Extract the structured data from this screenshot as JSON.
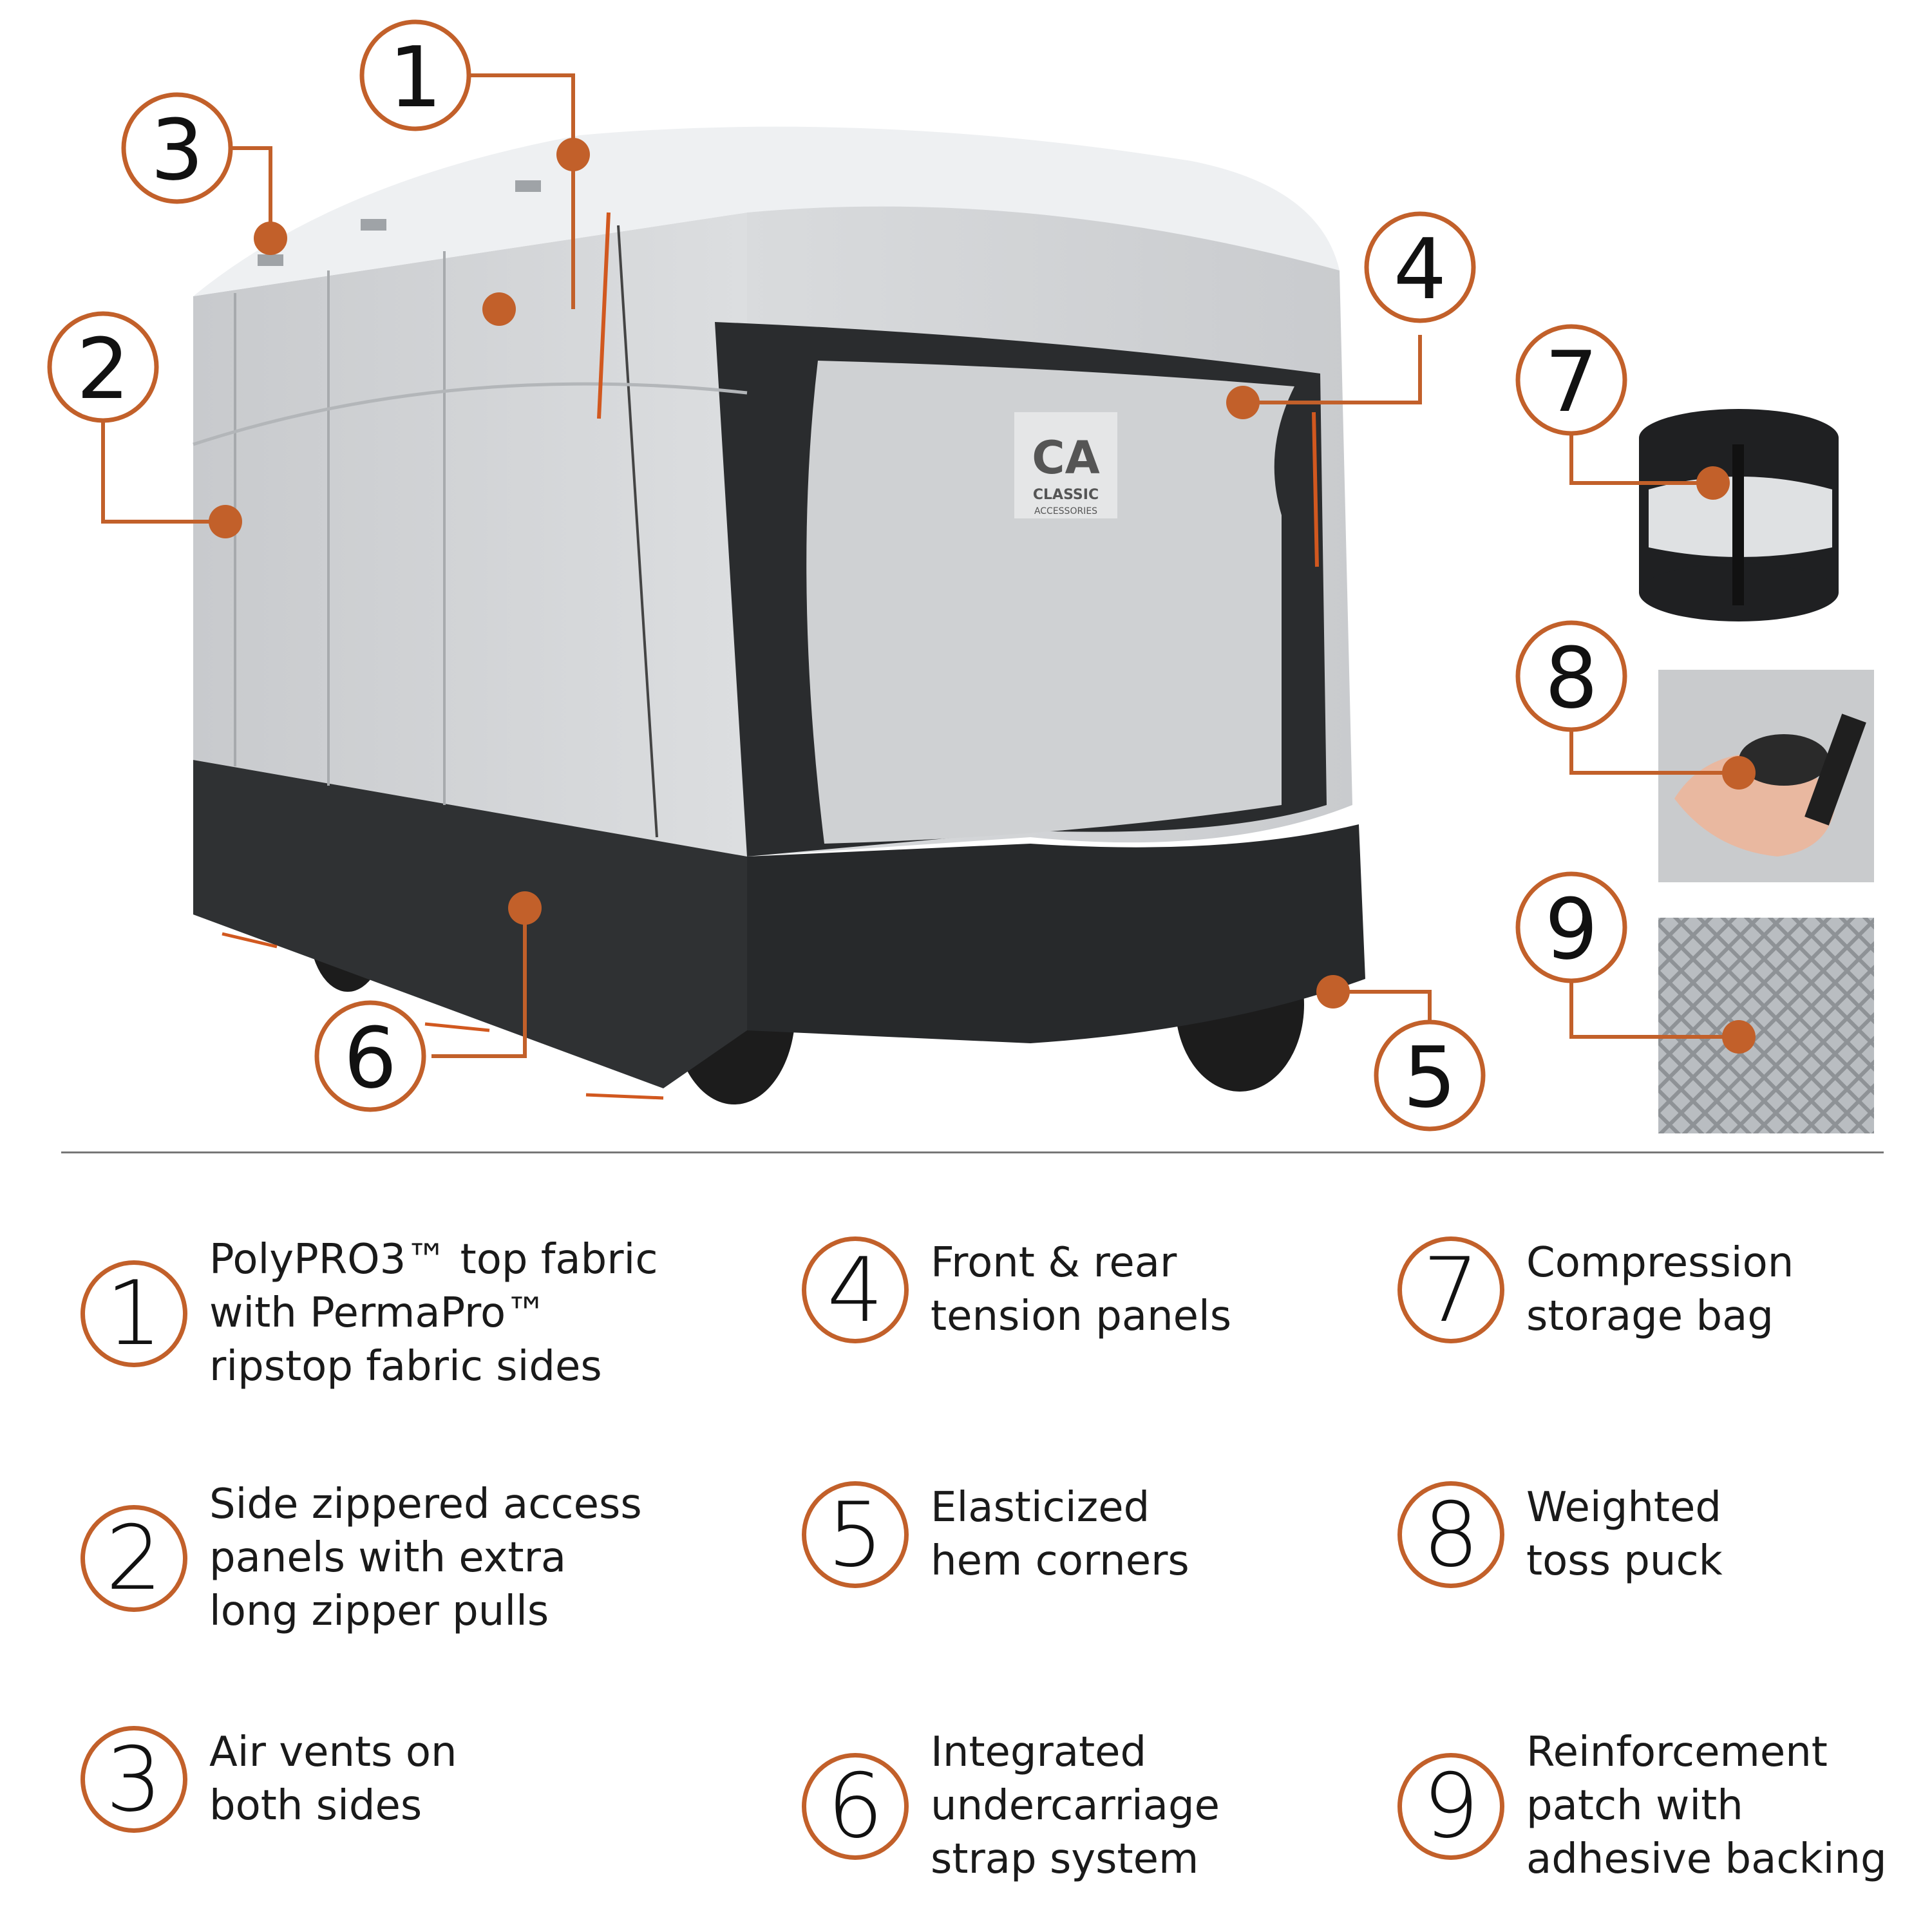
{
  "product": {
    "logo_text": "CLASSIC",
    "logo_subtext": "ACCESSORIES",
    "logo_monogram": "CA"
  },
  "callouts": [
    "1",
    "2",
    "3",
    "4",
    "5",
    "6",
    "7",
    "8",
    "9"
  ],
  "features": [
    {
      "number": "1",
      "lines": [
        "PolyPRO3™ top fabric",
        "with PermaPro™",
        "ripstop fabric sides"
      ]
    },
    {
      "number": "2",
      "lines": [
        "Side zippered access",
        "panels with extra",
        "long zipper pulls"
      ]
    },
    {
      "number": "3",
      "lines": [
        "Air vents on",
        "both sides"
      ]
    },
    {
      "number": "4",
      "lines": [
        "Front & rear",
        "tension panels"
      ]
    },
    {
      "number": "5",
      "lines": [
        "Elasticized",
        "hem corners"
      ]
    },
    {
      "number": "6",
      "lines": [
        "Integrated",
        "undercarriage",
        "strap system"
      ]
    },
    {
      "number": "7",
      "lines": [
        "Compression",
        "storage bag"
      ]
    },
    {
      "number": "8",
      "lines": [
        "Weighted",
        "toss puck"
      ]
    },
    {
      "number": "9",
      "lines": [
        "Reinforcement",
        "patch with",
        "adhesive backing"
      ]
    }
  ],
  "colors": {
    "accent": "#c2602a",
    "cover_light": "#d4d6d8",
    "cover_top": "#eef0f2",
    "cover_dark": "#2f3133"
  },
  "icons": [
    "rv-cover-illustration",
    "compression-bag-icon",
    "toss-puck-photo-icon",
    "reinforcement-patch-swatch-icon"
  ]
}
